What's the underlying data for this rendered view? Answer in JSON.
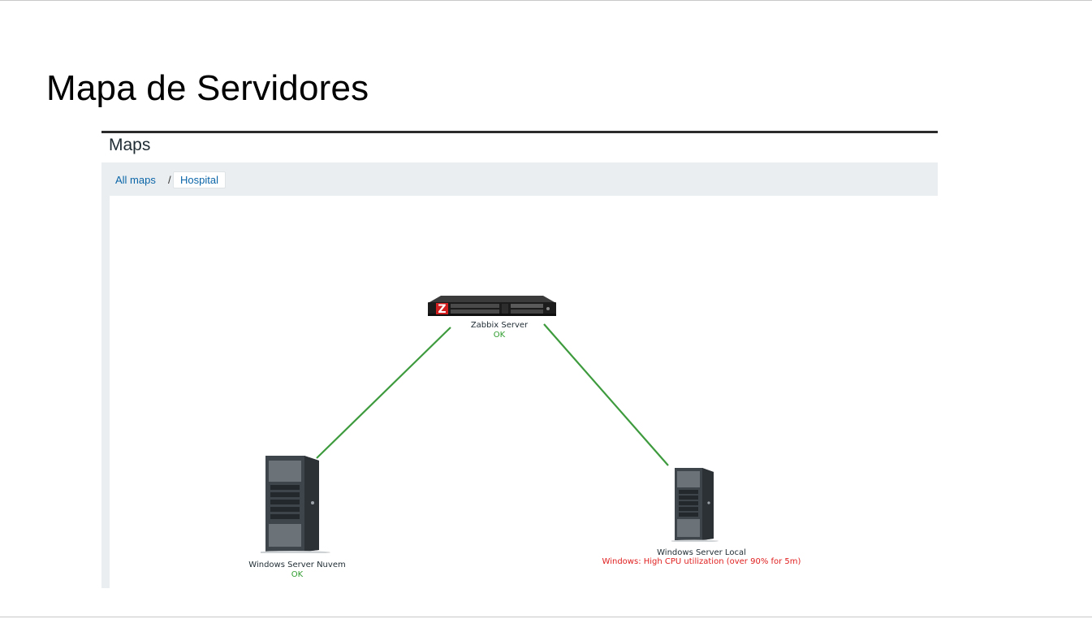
{
  "slide": {
    "title": "Mapa de Servidores"
  },
  "page": {
    "header": "Maps"
  },
  "breadcrumb": {
    "all_maps": "All maps",
    "separator": "/",
    "current": "Hospital"
  },
  "map": {
    "nodes": {
      "zabbix": {
        "label": "Zabbix Server",
        "status": "OK",
        "icon": "rack-server-icon"
      },
      "nuvem": {
        "label": "Windows Server Nuvem",
        "status": "OK",
        "icon": "tower-server-icon"
      },
      "local": {
        "label": "Windows Server Local",
        "status": "Windows: High CPU utilization (over 90% for 5m)",
        "icon": "tower-server-icon"
      }
    },
    "link_color": "#3d9a3d",
    "ok_color": "#2e9c2e",
    "problem_color": "#e01e1e"
  }
}
